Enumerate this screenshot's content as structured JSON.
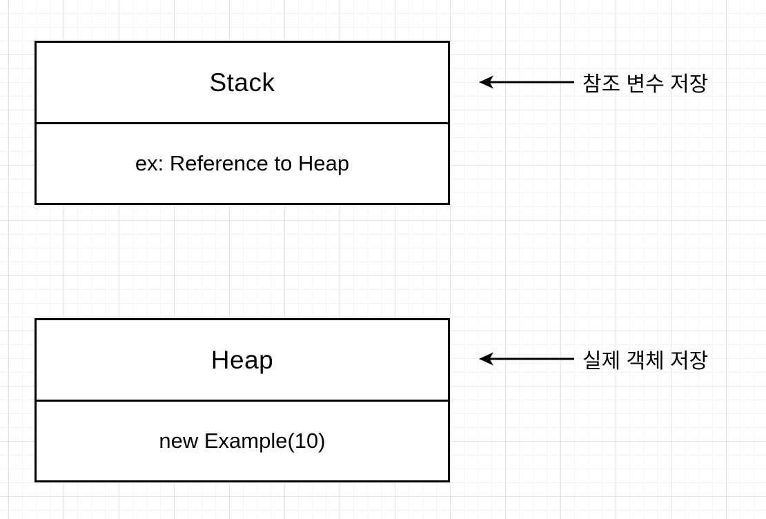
{
  "canvas": {
    "background_color": "#ffffff",
    "grid_minor_color": "#f4f4f4",
    "grid_major_color": "#e4e4e4",
    "stroke_color": "#000000"
  },
  "nodes": [
    {
      "id": "stack",
      "title": "Stack",
      "body": "ex: Reference to Heap"
    },
    {
      "id": "heap",
      "title": "Heap",
      "body": "new Example(10)"
    }
  ],
  "annotations": [
    {
      "target": "stack",
      "label": "참조 변수 저장"
    },
    {
      "target": "heap",
      "label": "실제 객체 저장"
    }
  ]
}
